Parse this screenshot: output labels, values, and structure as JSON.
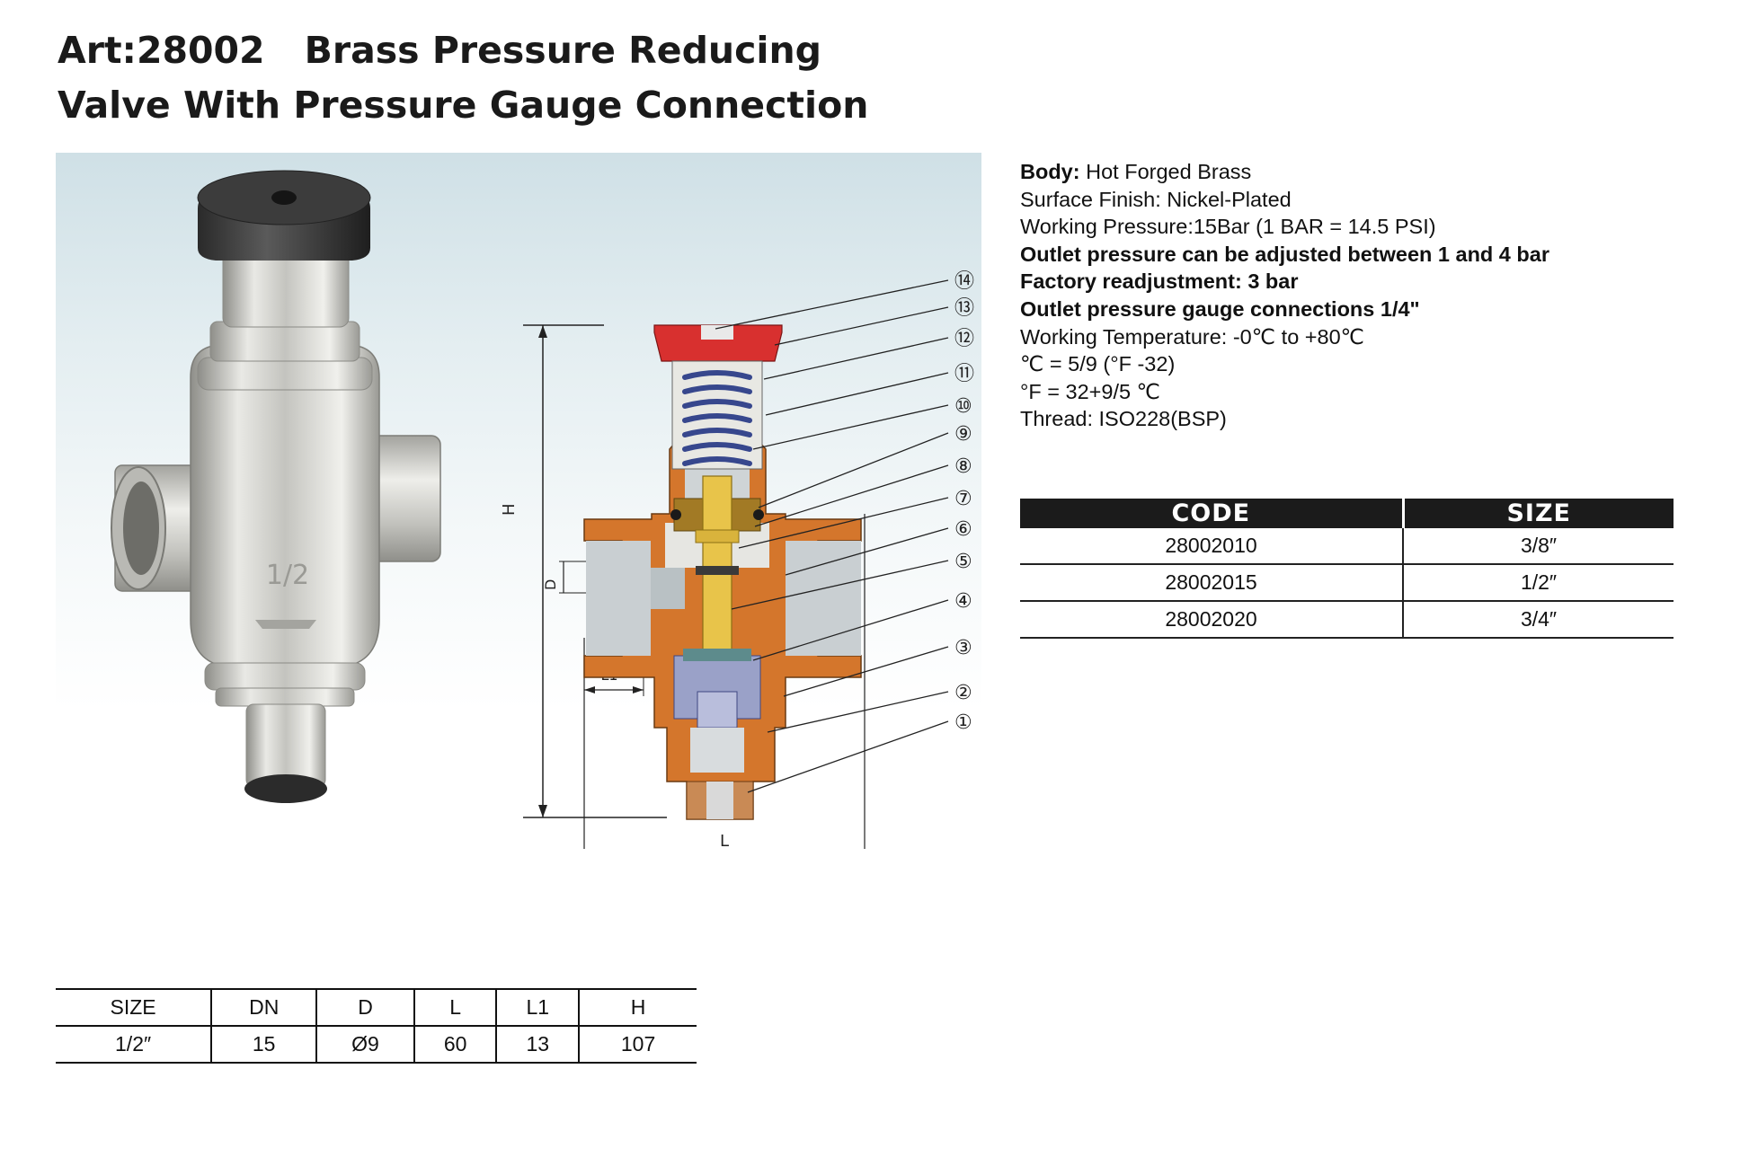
{
  "title": {
    "art": "Art:28002",
    "line1": "Brass Pressure Reducing",
    "line2": "Valve With Pressure Gauge Connection"
  },
  "specs": {
    "body_label": "Body:",
    "body_value": "Hot Forged Brass",
    "finish": "Surface Finish: Nickel-Plated",
    "working_pressure": "Working Pressure:15Bar (1 BAR = 14.5 PSI)",
    "outlet_adjust": "Outlet pressure can be adjusted between 1 and 4 bar",
    "factory": "Factory readjustment: 3 bar",
    "gauge": "Outlet pressure gauge connections   1/4\"",
    "temp": "Working Temperature: -0℃ to +80℃",
    "c_formula": "℃ = 5/9 (°F -32)",
    "f_formula": "°F  = 32+9/5 ℃",
    "thread": "Thread: ISO228(BSP)"
  },
  "diagram": {
    "labels": [
      "⑭",
      "⑬",
      "⑫",
      "⑪",
      "⑩",
      "⑨",
      "⑧",
      "⑦",
      "⑥",
      "⑤",
      "④",
      "③",
      "②",
      "①"
    ],
    "dim_h": "H",
    "dim_d": "D",
    "dim_l1": "L1",
    "dim_l": "L",
    "nut_mark": "1/2"
  },
  "code_table": {
    "headers": [
      "CODE",
      "SIZE"
    ],
    "rows": [
      [
        "28002010",
        "3/8″"
      ],
      [
        "28002015",
        "1/2″"
      ],
      [
        "28002020",
        "3/4″"
      ]
    ]
  },
  "dim_table": {
    "headers": [
      "SIZE",
      "DN",
      "D",
      "L",
      "L1",
      "H"
    ],
    "rows": [
      [
        "1/2″",
        "15",
        "Ø9",
        "60",
        "13",
        "107"
      ]
    ]
  },
  "colors": {
    "brass_orange": "#d4762c",
    "brass_yellow": "#e8c44a",
    "cap_red": "#d8302f",
    "spring_blue": "#5b6fb4",
    "chrome": "#c9c9c4"
  }
}
